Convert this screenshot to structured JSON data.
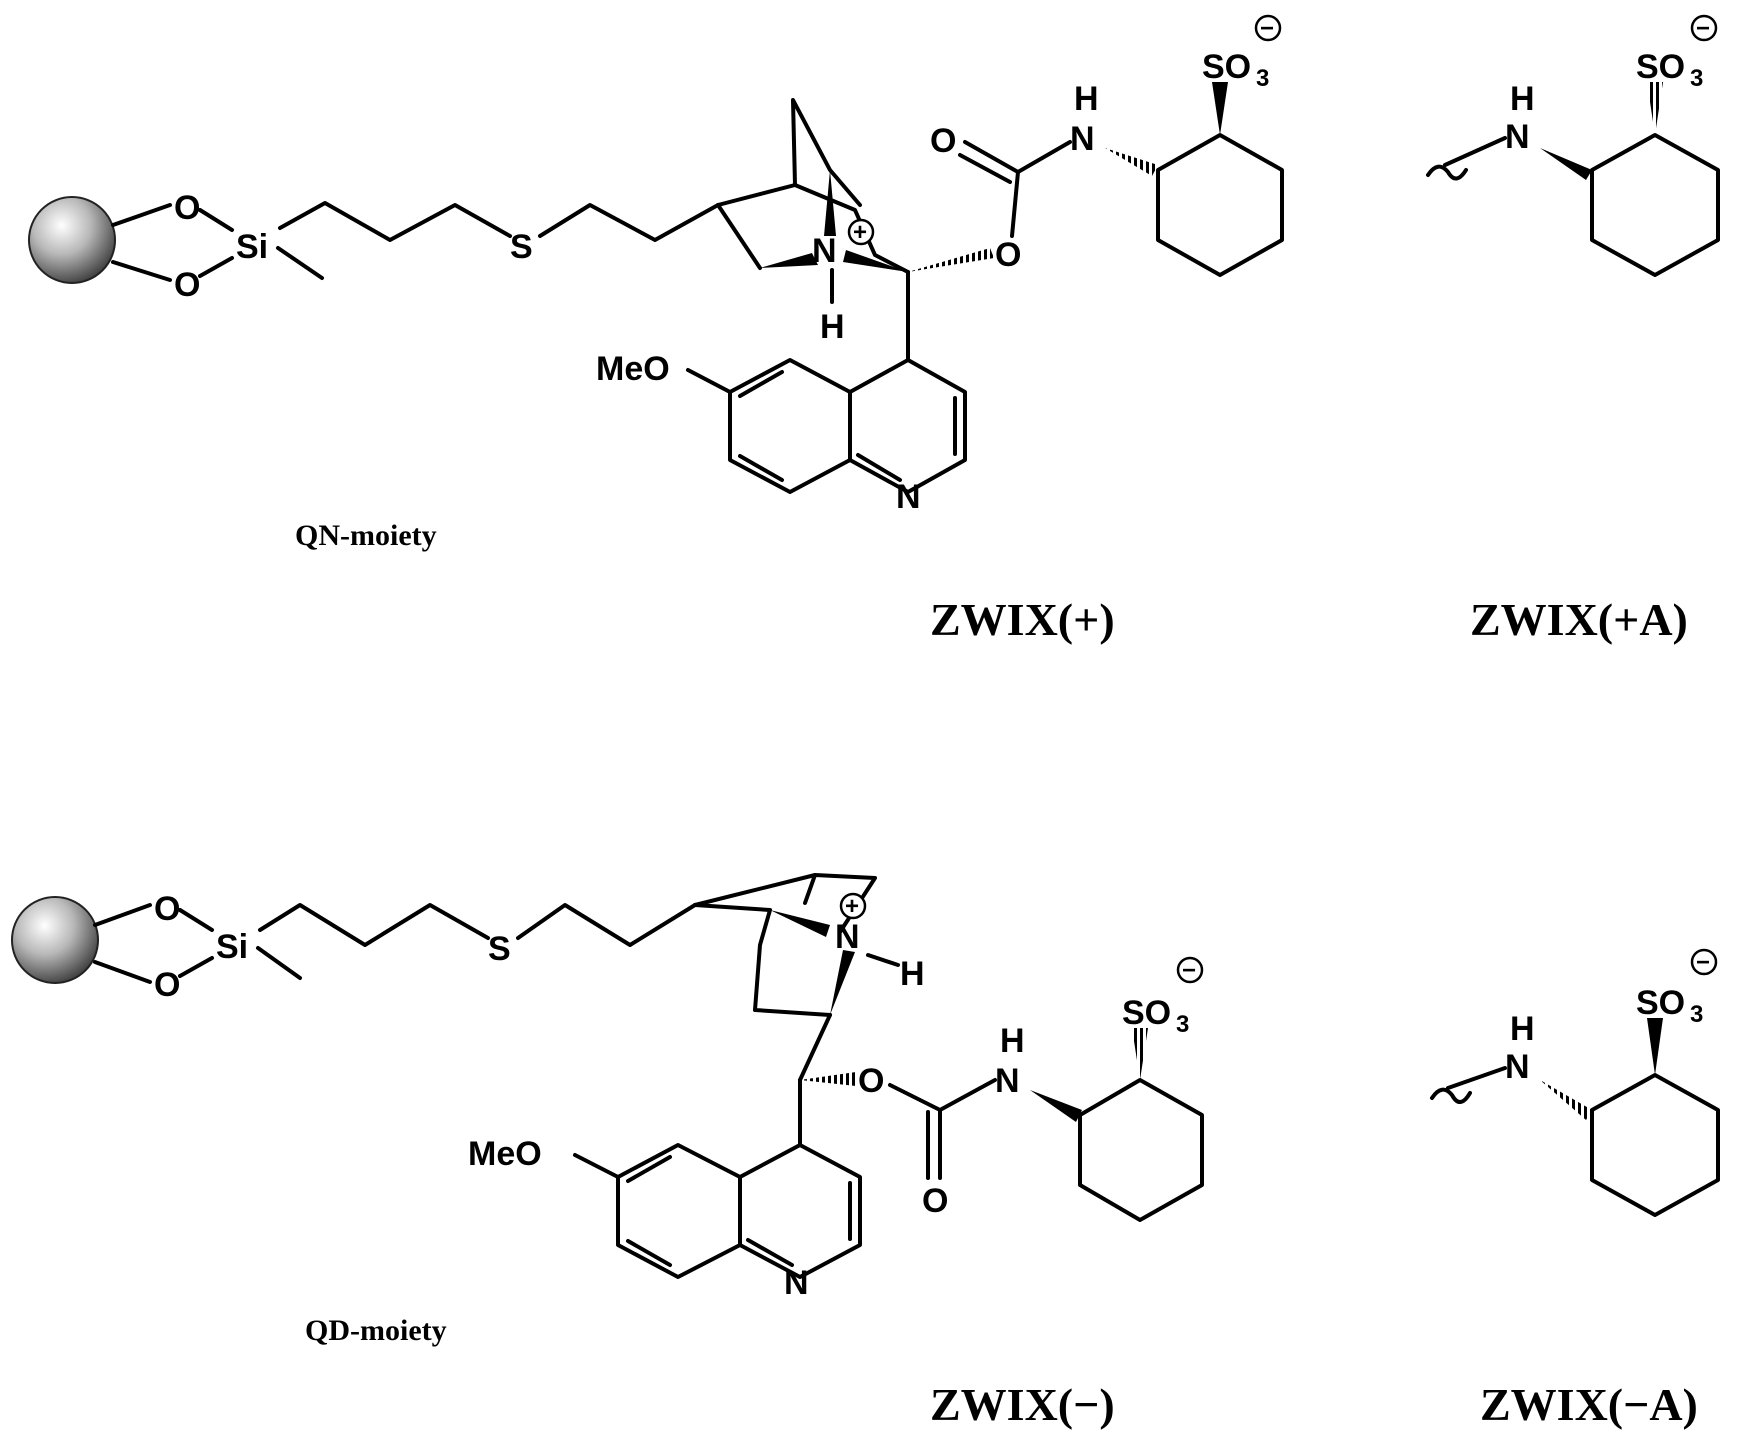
{
  "labels": {
    "qn_moiety": "QN-moiety",
    "qd_moiety": "QD-moiety",
    "zwix_plus": "ZWIX(+)",
    "zwix_plus_a": "ZWIX(+A)",
    "zwix_minus": "ZWIX(−)",
    "zwix_minus_a": "ZWIX(−A)"
  },
  "atoms": {
    "oxygen": "O",
    "silicon": "Si",
    "sulfur": "S",
    "nitrogen": "N",
    "hydrogen": "H",
    "methoxy": "MeO",
    "sulfonate": "SO",
    "sub3": "3",
    "plus": "+",
    "minus": "−"
  }
}
